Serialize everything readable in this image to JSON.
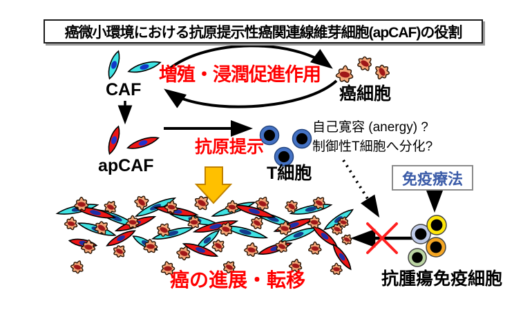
{
  "title": "癌微小環境における抗原提示性癌関連線維芽細胞(apCAF)の役割",
  "labels": {
    "caf": "CAF",
    "apcaf": "apCAF",
    "proliferation": "増殖・浸潤促進作用",
    "cancer_cells": "癌細胞",
    "antigen_presentation": "抗原提示",
    "t_cells": "T細胞",
    "anergy_line1": "自己寛容 (anergy) ?",
    "anergy_line2": "制御性T細胞へ分化?",
    "immunotherapy": "免疫療法",
    "antitumor_immune_cells": "抗腫瘍免疫細胞",
    "progression": "癌の進展・転移"
  },
  "colors": {
    "red_text": "#ff0000",
    "arrow": "#000000",
    "caf_cell": "#3fe3e3",
    "caf_nucleus": "#1236c8",
    "apcaf_cell": "#ee1515",
    "apcaf_nucleus": "#2233cc",
    "cancer_cell": "#f5a878",
    "cancer_nucleus": "#a01818",
    "tcell_ring": "#4472c4",
    "tcell_ring_edge": "#24457f",
    "cell_core": "#000000",
    "immunotherapy_text": "#3a5ba8",
    "yellow_arrow_fill": "#ffc000",
    "yellow_arrow_border": "#bf8000",
    "immune_rings": [
      "#bfcbea",
      "#ffe60a",
      "#f5a623",
      "#bcd6a4"
    ],
    "block_x": "#ff2020"
  }
}
